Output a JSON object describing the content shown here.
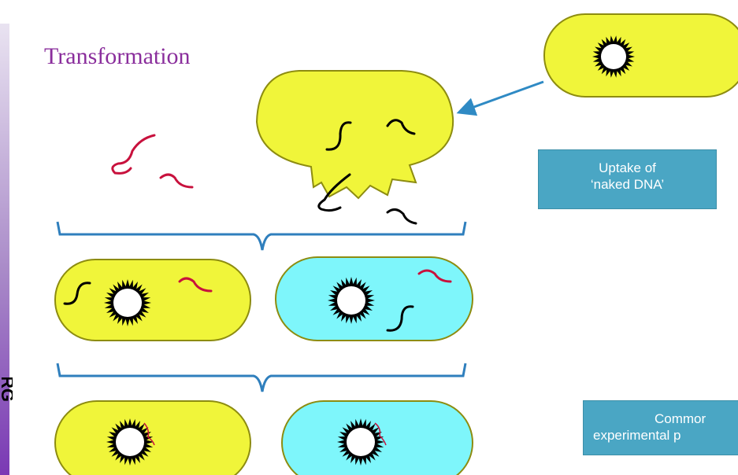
{
  "slide": {
    "title": "Transformation",
    "side_text": "RG"
  },
  "notes": {
    "uptake_line1": "Uptake of",
    "uptake_line2": "‘naked DNA’",
    "common_line1": "Commor",
    "common_line2": "experimental p"
  },
  "colors": {
    "yellow_cell": "#f0f53a",
    "cyan_cell": "#7ef6fb",
    "cell_outline": "#8d8c10",
    "dna_donor": "#c8113d",
    "dna_host": "#000000",
    "bracket": "#2f7fbd",
    "arrow": "#2f8ac4",
    "note_bg": "#4aa6c4",
    "title": "#8a2e9c"
  }
}
